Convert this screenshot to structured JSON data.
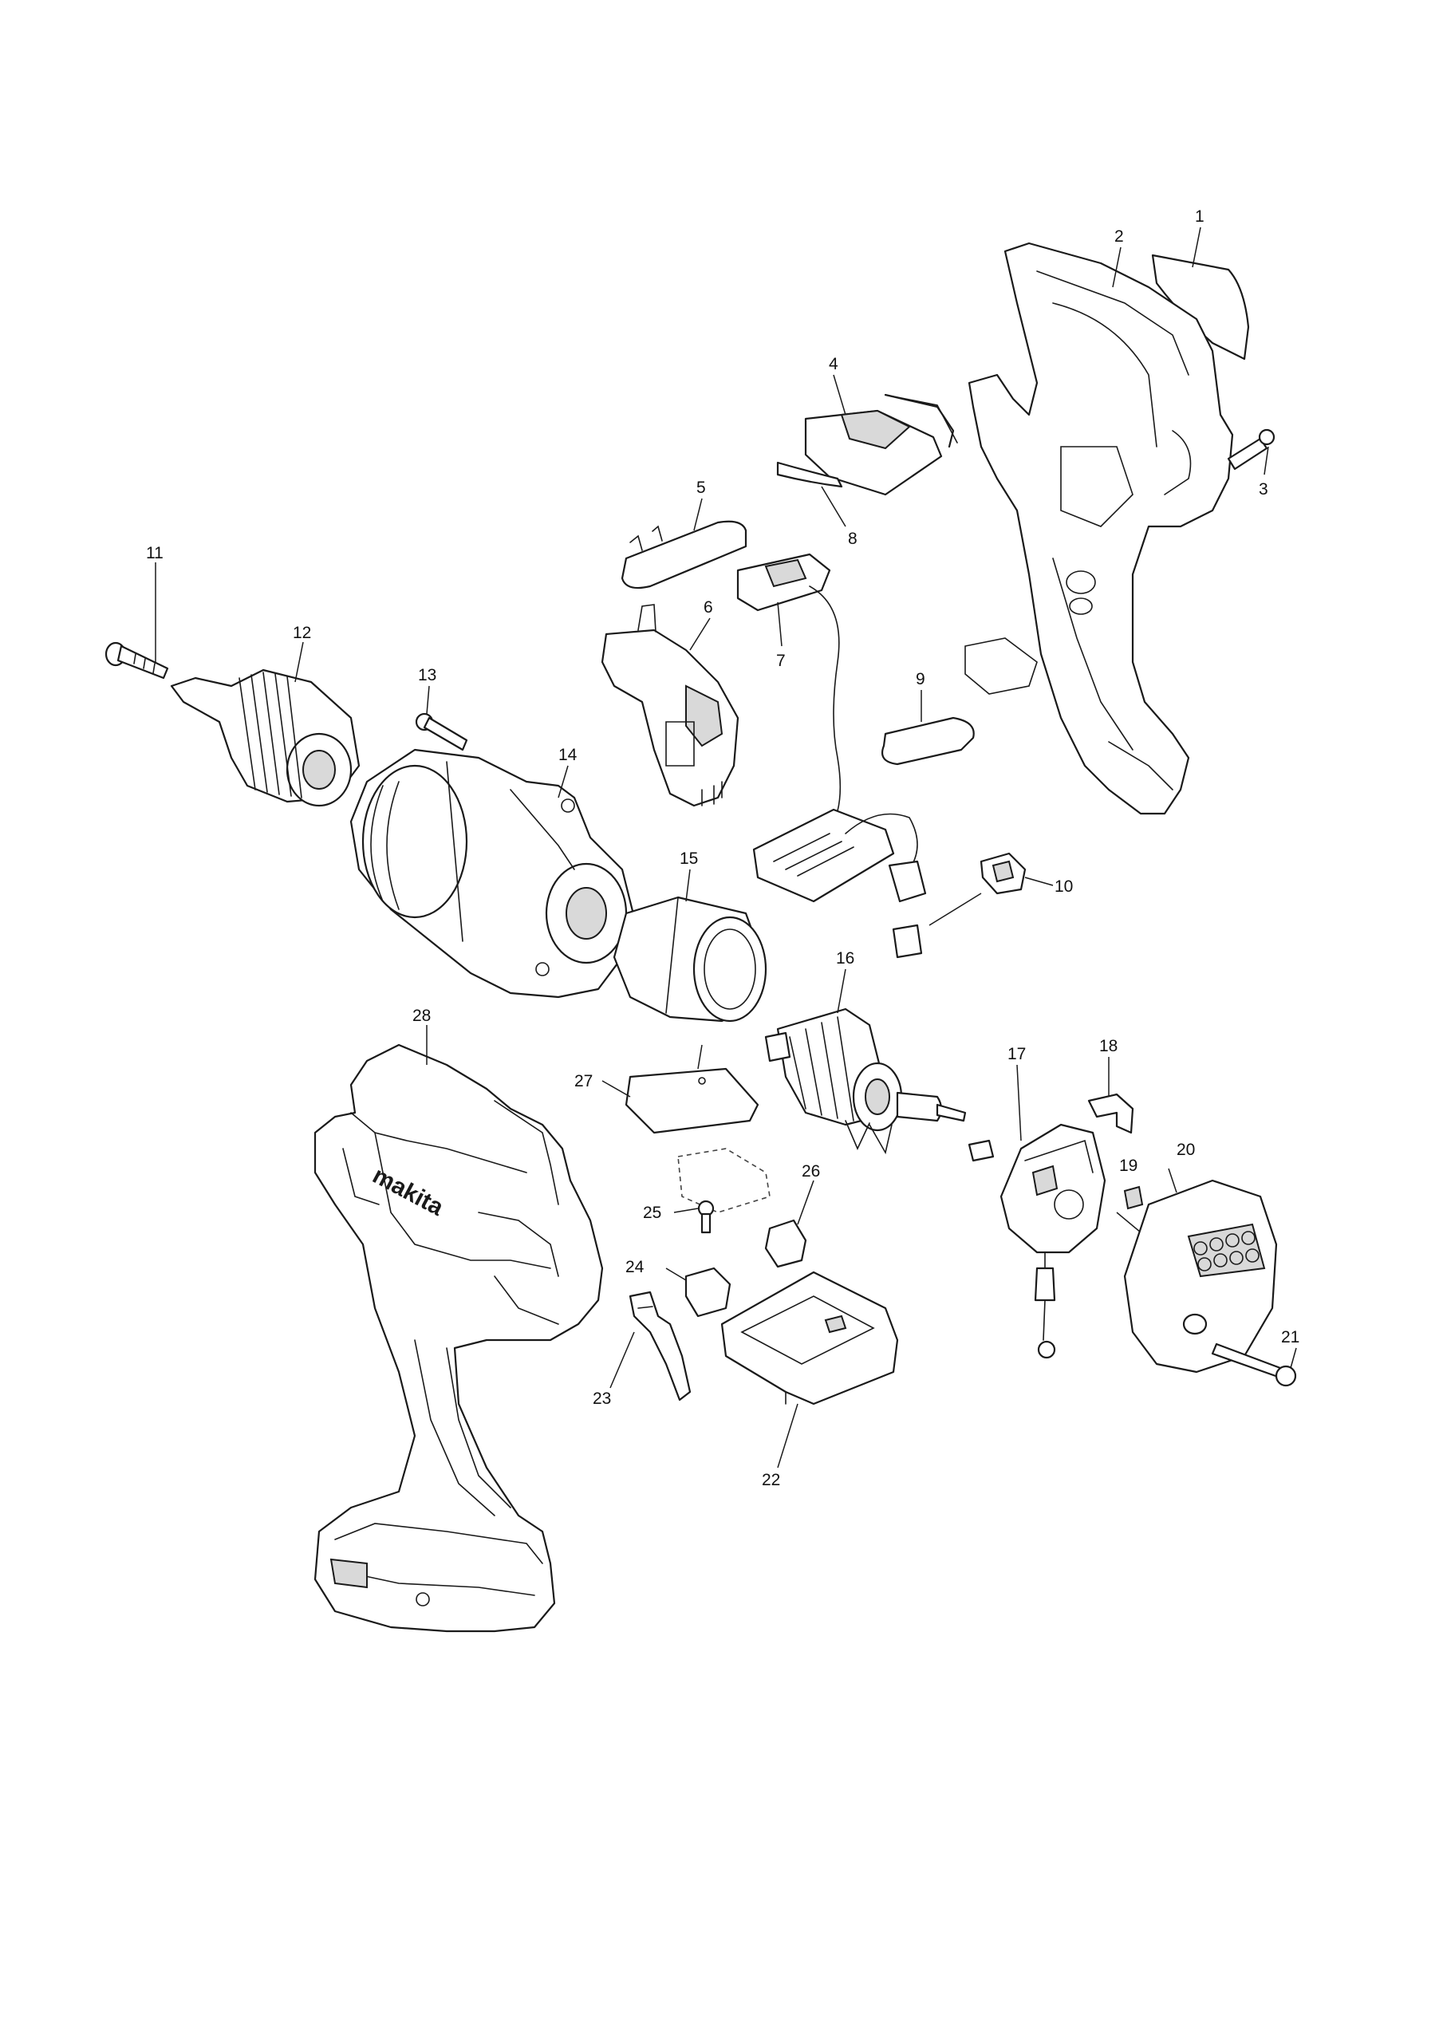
{
  "diagram": {
    "brand_text": "makita",
    "callouts": [
      "1",
      "2",
      "3",
      "4",
      "5",
      "6",
      "7",
      "8",
      "9",
      "10",
      "11",
      "12",
      "13",
      "14",
      "15",
      "16",
      "17",
      "18",
      "19",
      "20",
      "21",
      "22",
      "23",
      "24",
      "25",
      "26",
      "27",
      "28"
    ]
  }
}
